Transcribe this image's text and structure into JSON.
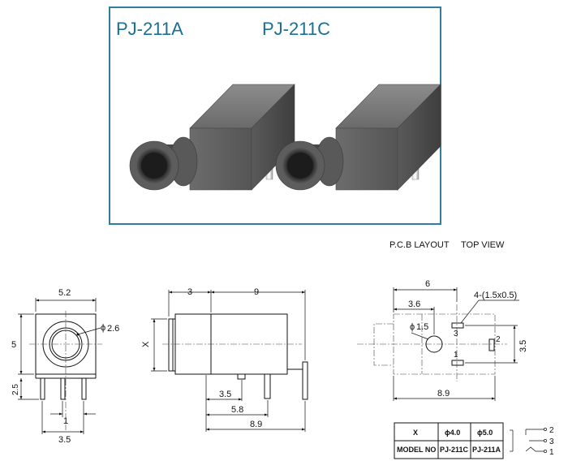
{
  "photo_labels": {
    "left": "PJ-211A",
    "right": "PJ-211C"
  },
  "pcb_header": {
    "layout": "P.C.B LAYOUT",
    "view": "TOP VIEW"
  },
  "front_view": {
    "width": "5.2",
    "height": "5",
    "hole": "2.6",
    "pin_len": "2.5",
    "pin_pitch": "1",
    "pin_span": "3.5",
    "phi": "ϕ"
  },
  "side_view": {
    "sleeve": "3",
    "body": "9",
    "height": "X",
    "pin1": "3.5",
    "pin2": "5.8",
    "pin3": "8.9"
  },
  "pcb": {
    "width": "6",
    "hole_pos": "3.6",
    "slot_note": "4-(1.5x0.5)",
    "hole": "1.5",
    "pitch": "3.5",
    "length": "8.9",
    "pins": [
      "3",
      "2",
      "1"
    ],
    "phi": "ϕ"
  },
  "model_table": {
    "x_label": "X",
    "col1": "ϕ4.0",
    "col2": "ϕ5.0",
    "model_label": "MODEL NO",
    "model1": "PJ-211C",
    "model2": "PJ-211A"
  },
  "schematic": {
    "pins": [
      "2",
      "3",
      "1"
    ]
  },
  "colors": {
    "frame": "#2f7ea0",
    "title": "#1a6f96",
    "part_body": "#5b5b5b"
  }
}
